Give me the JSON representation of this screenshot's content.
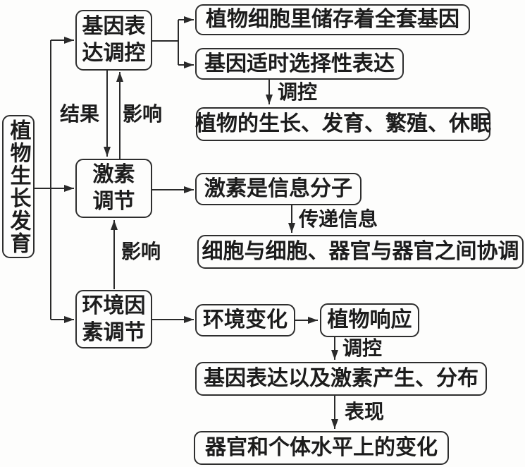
{
  "root": {
    "label": "植物生长发育"
  },
  "nodes": {
    "gene_regulation": {
      "lines": [
        "基因表",
        "达调控"
      ]
    },
    "full_gene_set": {
      "label": "植物细胞里储存着全套基因"
    },
    "selective_expression": {
      "label": "基因适时选择性表达"
    },
    "growth_processes": {
      "label": "植物的生长、发育、繁殖、休眠"
    },
    "hormone_regulation": {
      "lines": [
        "激素",
        "调节"
      ]
    },
    "hormone_info": {
      "label": "激素是信息分子"
    },
    "coordination": {
      "label": "细胞与细胞、器官与器官之间协调"
    },
    "environment_regulation": {
      "lines": [
        "环境因",
        "素调节"
      ]
    },
    "env_change": {
      "label": "环境变化"
    },
    "plant_response": {
      "label": "植物响应"
    },
    "gene_hormone_expression": {
      "label": "基因表达以及激素产生、分布"
    },
    "organ_individual_change": {
      "label": "器官和个体水平上的变化"
    }
  },
  "edge_labels": {
    "result": "结果",
    "influence_top": "影响",
    "regulate_top": "调控",
    "transmit_info": "传递信息",
    "influence_bottom": "影响",
    "regulate_bottom": "调控",
    "manifest": "表现"
  },
  "colors": {
    "background": "#fdfdfc",
    "line": "#2a2a2a",
    "text": "#1c1c1c",
    "box_border": "#2e2e2e"
  }
}
